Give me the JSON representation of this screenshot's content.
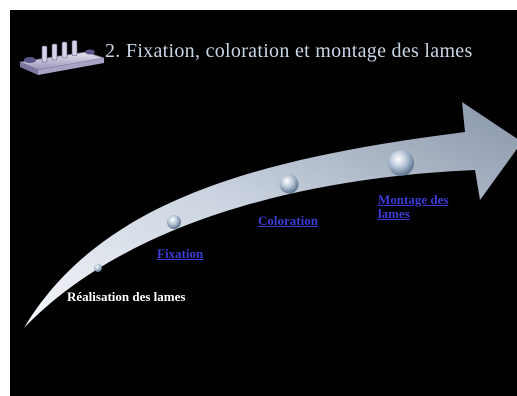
{
  "slide": {
    "title": "2. Fixation, coloration et montage des lames",
    "title_icon": "microscope-slides-icon"
  },
  "steps": [
    {
      "label": "Réalisation des lames",
      "is_link": false
    },
    {
      "label": "Fixation",
      "is_link": true
    },
    {
      "label": "Coloration",
      "is_link": true
    },
    {
      "label": "Montage des lames",
      "is_link": true
    }
  ],
  "colors": {
    "background": "#000000",
    "title": "#c9d6e6",
    "link": "#3b3bd6",
    "static_label": "#ffffff",
    "arrow_light": "#dfe6ef",
    "arrow_dark": "#8795a8"
  }
}
